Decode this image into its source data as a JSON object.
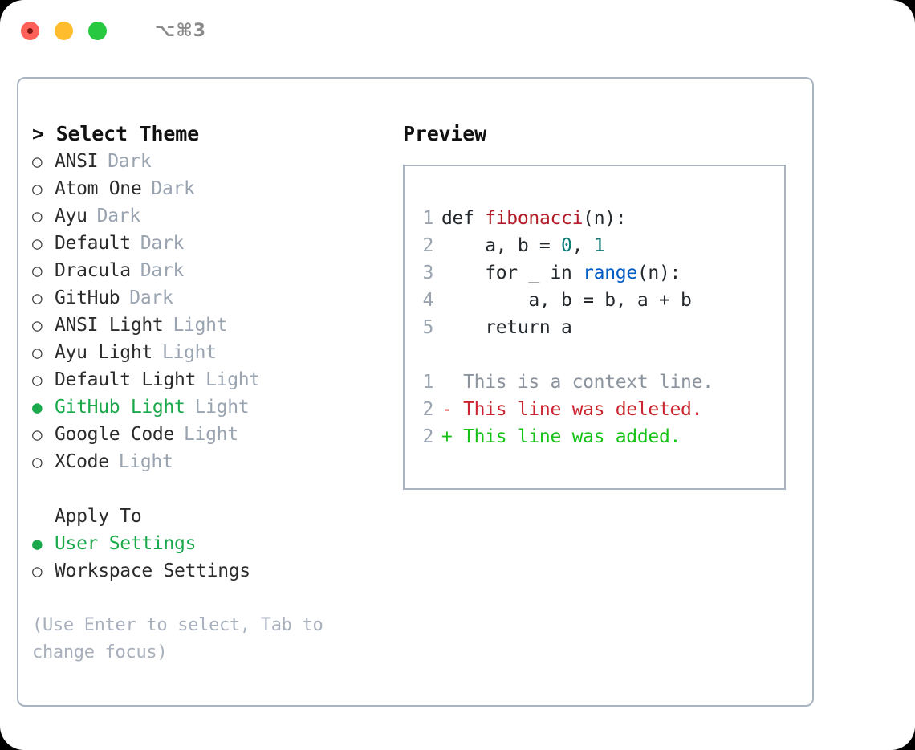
{
  "titlebar": {
    "shortcut": "⌥⌘3",
    "lights": [
      "close",
      "minimize",
      "maximize"
    ]
  },
  "theme_list": {
    "header": "> Select Theme",
    "items": [
      {
        "marker": "○",
        "name": "ANSI",
        "tag": "Dark",
        "selected": false
      },
      {
        "marker": "○",
        "name": "Atom One",
        "tag": "Dark",
        "selected": false
      },
      {
        "marker": "○",
        "name": "Ayu",
        "tag": "Dark",
        "selected": false
      },
      {
        "marker": "○",
        "name": "Default",
        "tag": "Dark",
        "selected": false
      },
      {
        "marker": "○",
        "name": "Dracula",
        "tag": "Dark",
        "selected": false
      },
      {
        "marker": "○",
        "name": "GitHub",
        "tag": "Dark",
        "selected": false
      },
      {
        "marker": "○",
        "name": "ANSI Light",
        "tag": "Light",
        "selected": false
      },
      {
        "marker": "○",
        "name": "Ayu Light",
        "tag": "Light",
        "selected": false
      },
      {
        "marker": "○",
        "name": "Default Light",
        "tag": "Light",
        "selected": false
      },
      {
        "marker": "●",
        "name": "GitHub Light",
        "tag": "Light",
        "selected": true
      },
      {
        "marker": "○",
        "name": "Google Code",
        "tag": "Light",
        "selected": false
      },
      {
        "marker": "○",
        "name": "XCode",
        "tag": "Light",
        "selected": false
      }
    ]
  },
  "apply_to": {
    "header": "Apply To",
    "options": [
      {
        "marker": "●",
        "label": "User Settings",
        "selected": true
      },
      {
        "marker": "○",
        "label": "Workspace Settings",
        "selected": false
      }
    ]
  },
  "hint": "(Use Enter to select, Tab to change focus)",
  "preview": {
    "title": "Preview",
    "code_lines": [
      {
        "num": "1",
        "tokens": [
          {
            "t": "def ",
            "c": "plain"
          },
          {
            "t": "fibonacci",
            "c": "fn"
          },
          {
            "t": "(n):",
            "c": "plain"
          }
        ]
      },
      {
        "num": "2",
        "tokens": [
          {
            "t": "    a, b = ",
            "c": "plain"
          },
          {
            "t": "0",
            "c": "num"
          },
          {
            "t": ", ",
            "c": "plain"
          },
          {
            "t": "1",
            "c": "num"
          }
        ]
      },
      {
        "num": "3",
        "tokens": [
          {
            "t": "    for _ in ",
            "c": "plain"
          },
          {
            "t": "range",
            "c": "kw"
          },
          {
            "t": "(n):",
            "c": "plain"
          }
        ]
      },
      {
        "num": "4",
        "tokens": [
          {
            "t": "        a, b = b, a + b",
            "c": "plain"
          }
        ]
      },
      {
        "num": "5",
        "tokens": [
          {
            "t": "    return a",
            "c": "plain"
          }
        ]
      }
    ],
    "diff_lines": [
      {
        "num": "1",
        "text": "  This is a context line.",
        "kind": "ctx"
      },
      {
        "num": "2",
        "text": "- This line was deleted.",
        "kind": "del"
      },
      {
        "num": "2",
        "text": "+ This line was added.",
        "kind": "add"
      }
    ]
  },
  "colors": {
    "selected_green": "#1ba94c",
    "border": "#a9b4c0",
    "muted": "#9aa4b0",
    "diff_add": "#16c217",
    "diff_del": "#cb2431",
    "fn_red": "#b31d28",
    "kw_blue": "#005cc5",
    "num_teal": "#0c7b76"
  }
}
